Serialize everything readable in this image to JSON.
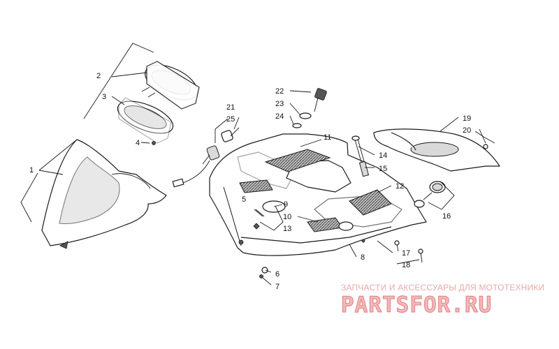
{
  "diagram": {
    "callouts": [
      "1",
      "2",
      "3",
      "4",
      "5",
      "6",
      "7",
      "8",
      "9",
      "10",
      "11",
      "12",
      "13",
      "14",
      "15",
      "16",
      "17",
      "18",
      "19",
      "20",
      "21",
      "22",
      "23",
      "24",
      "25"
    ],
    "parts": [
      "windshield",
      "gauge-housing",
      "gauge-bezel",
      "screw",
      "bracket",
      "switch",
      "wire-harness",
      "console-panel",
      "grille",
      "side-panel",
      "bolt",
      "pad-tray",
      "knob",
      "rubber-grommet"
    ]
  },
  "watermark": {
    "tagline": "ЗАПЧАСТИ И АКСЕССУАРЫ ДЛЯ МОТОТЕХНИКИ",
    "logo": "PARTSFOR.RU"
  },
  "colors": {
    "line": "#1a1a1a",
    "watermark_text": "#e8a9ab",
    "watermark_logo": "#f2b8b8"
  }
}
